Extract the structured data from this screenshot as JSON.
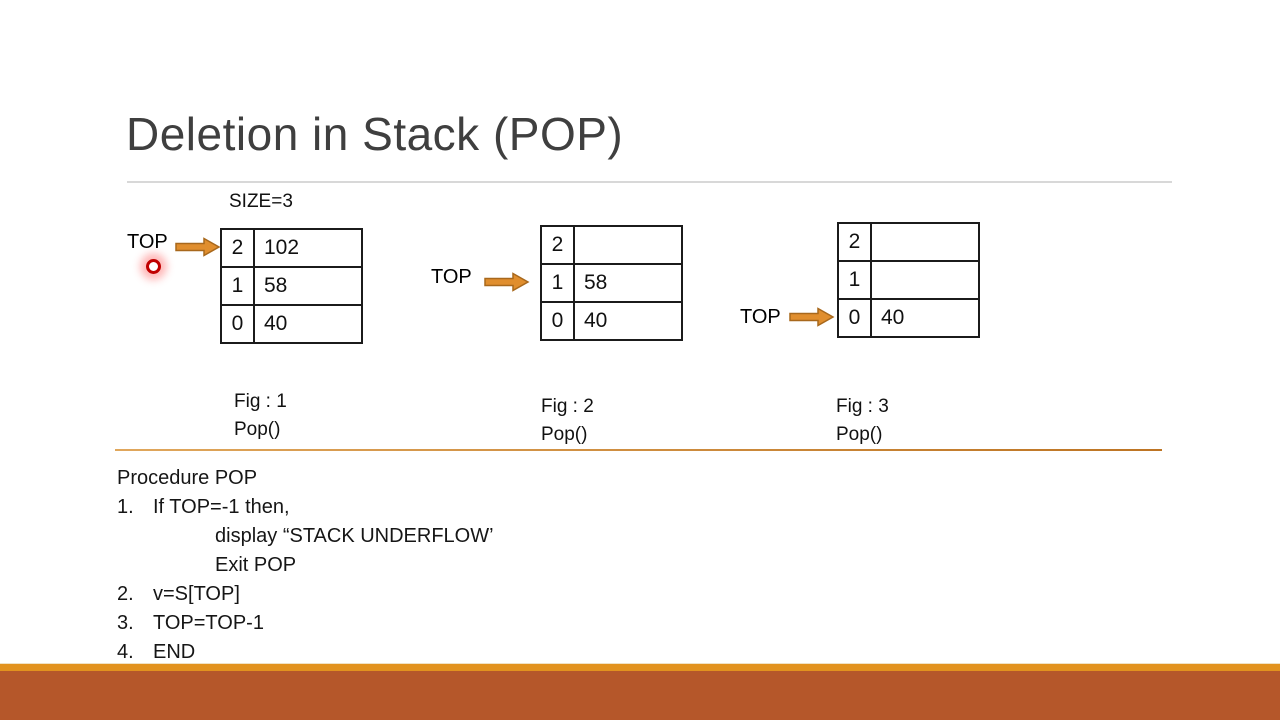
{
  "slide": {
    "title": "Deletion in Stack (POP)",
    "size_label": "SIZE=3"
  },
  "figures": [
    {
      "top_label": "TOP",
      "rows": [
        {
          "index": "2",
          "value": "102"
        },
        {
          "index": "1",
          "value": "58"
        },
        {
          "index": "0",
          "value": "40"
        }
      ],
      "caption_fig": "Fig : 1",
      "caption_op": "Pop()",
      "top_points_to_index": "2"
    },
    {
      "top_label": "TOP",
      "rows": [
        {
          "index": "2",
          "value": ""
        },
        {
          "index": "1",
          "value": "58"
        },
        {
          "index": "0",
          "value": "40"
        }
      ],
      "caption_fig": "Fig : 2",
      "caption_op": "Pop()",
      "top_points_to_index": "1"
    },
    {
      "top_label": "TOP",
      "rows": [
        {
          "index": "2",
          "value": ""
        },
        {
          "index": "1",
          "value": ""
        },
        {
          "index": "0",
          "value": "40"
        }
      ],
      "caption_fig": "Fig : 3",
      "caption_op": "Pop()",
      "top_points_to_index": "0"
    }
  ],
  "procedure": {
    "title": "Procedure POP",
    "steps": [
      {
        "num": "1.",
        "text": "If TOP=-1 then,"
      },
      {
        "num": "",
        "text": "display “STACK UNDERFLOW’"
      },
      {
        "num": "",
        "text": "Exit POP"
      },
      {
        "num": "2.",
        "text": "v=S[TOP]"
      },
      {
        "num": "3.",
        "text": "TOP=TOP-1"
      },
      {
        "num": "4.",
        "text": "END"
      }
    ]
  },
  "colors": {
    "title_text": "#3f3f3f",
    "body_text": "#161616",
    "arrow_fill": "#e08e2e",
    "arrow_border": "#a8681c",
    "title_divider": "#d8d8d8",
    "section_divider": "#bd7423",
    "footer_stripe": "#e2921e",
    "footer_bar": "#b5572a",
    "laser_ring": "#c00000"
  }
}
